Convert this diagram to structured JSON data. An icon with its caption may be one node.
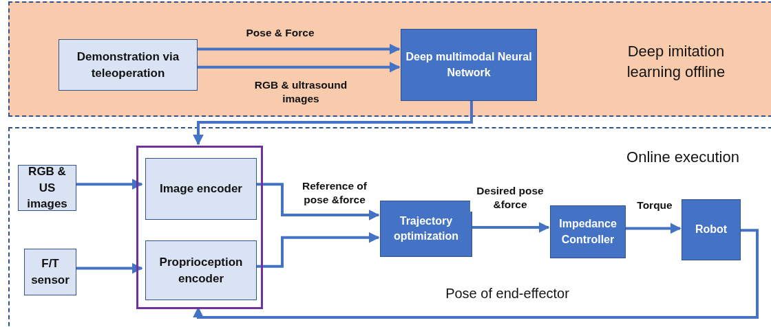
{
  "diagram": {
    "nodes": [
      {
        "text": [
          "Deep imitation learning offline"
        ]
      },
      {
        "text": [
          "Demonstration via teleoperation"
        ],
        "in": 0
      },
      {
        "text": [
          "Deep multimodal Neural Network"
        ],
        "in": 0
      },
      {
        "text": [
          "Online execution"
        ]
      },
      {
        "text": [],
        "shape": "box",
        "in": 3
      },
      {
        "text": [
          "RGB & US images"
        ],
        "in": 3
      },
      {
        "text": [
          "F/T sensor"
        ],
        "in": 3
      },
      {
        "text": [
          "Image encoder"
        ],
        "in": 4
      },
      {
        "text": [
          "Proprioception encoder"
        ],
        "in": 4
      },
      {
        "text": [
          "Trajectory optimization"
        ],
        "in": 3
      },
      {
        "text": [
          "Impedance Controller"
        ],
        "in": 3
      },
      {
        "text": [
          "Robot"
        ],
        "in": 3
      }
    ],
    "edges": [
      {
        "from": 1,
        "to": 2,
        "arrow": "to",
        "label": "Pose & Force"
      },
      {
        "from": 1,
        "to": 2,
        "arrow": "to",
        "label": "RGB & ultrasound images"
      },
      {
        "from": 2,
        "to": 4,
        "arrow": "to"
      },
      {
        "from": 5,
        "to": 7,
        "arrow": "to"
      },
      {
        "from": 6,
        "to": 8,
        "arrow": "to"
      },
      {
        "from": 7,
        "to": 9,
        "arrow": "to",
        "label": "Reference of pose &force"
      },
      {
        "from": 8,
        "to": 9,
        "arrow": "to"
      },
      {
        "from": 9,
        "to": 10,
        "arrow": "to",
        "label": "Desired pose &force"
      },
      {
        "from": 10,
        "to": 11,
        "arrow": "to",
        "label": "Torque"
      },
      {
        "from": 11,
        "to": 4,
        "arrow": "to",
        "label": "Pose of end-effector"
      }
    ]
  }
}
